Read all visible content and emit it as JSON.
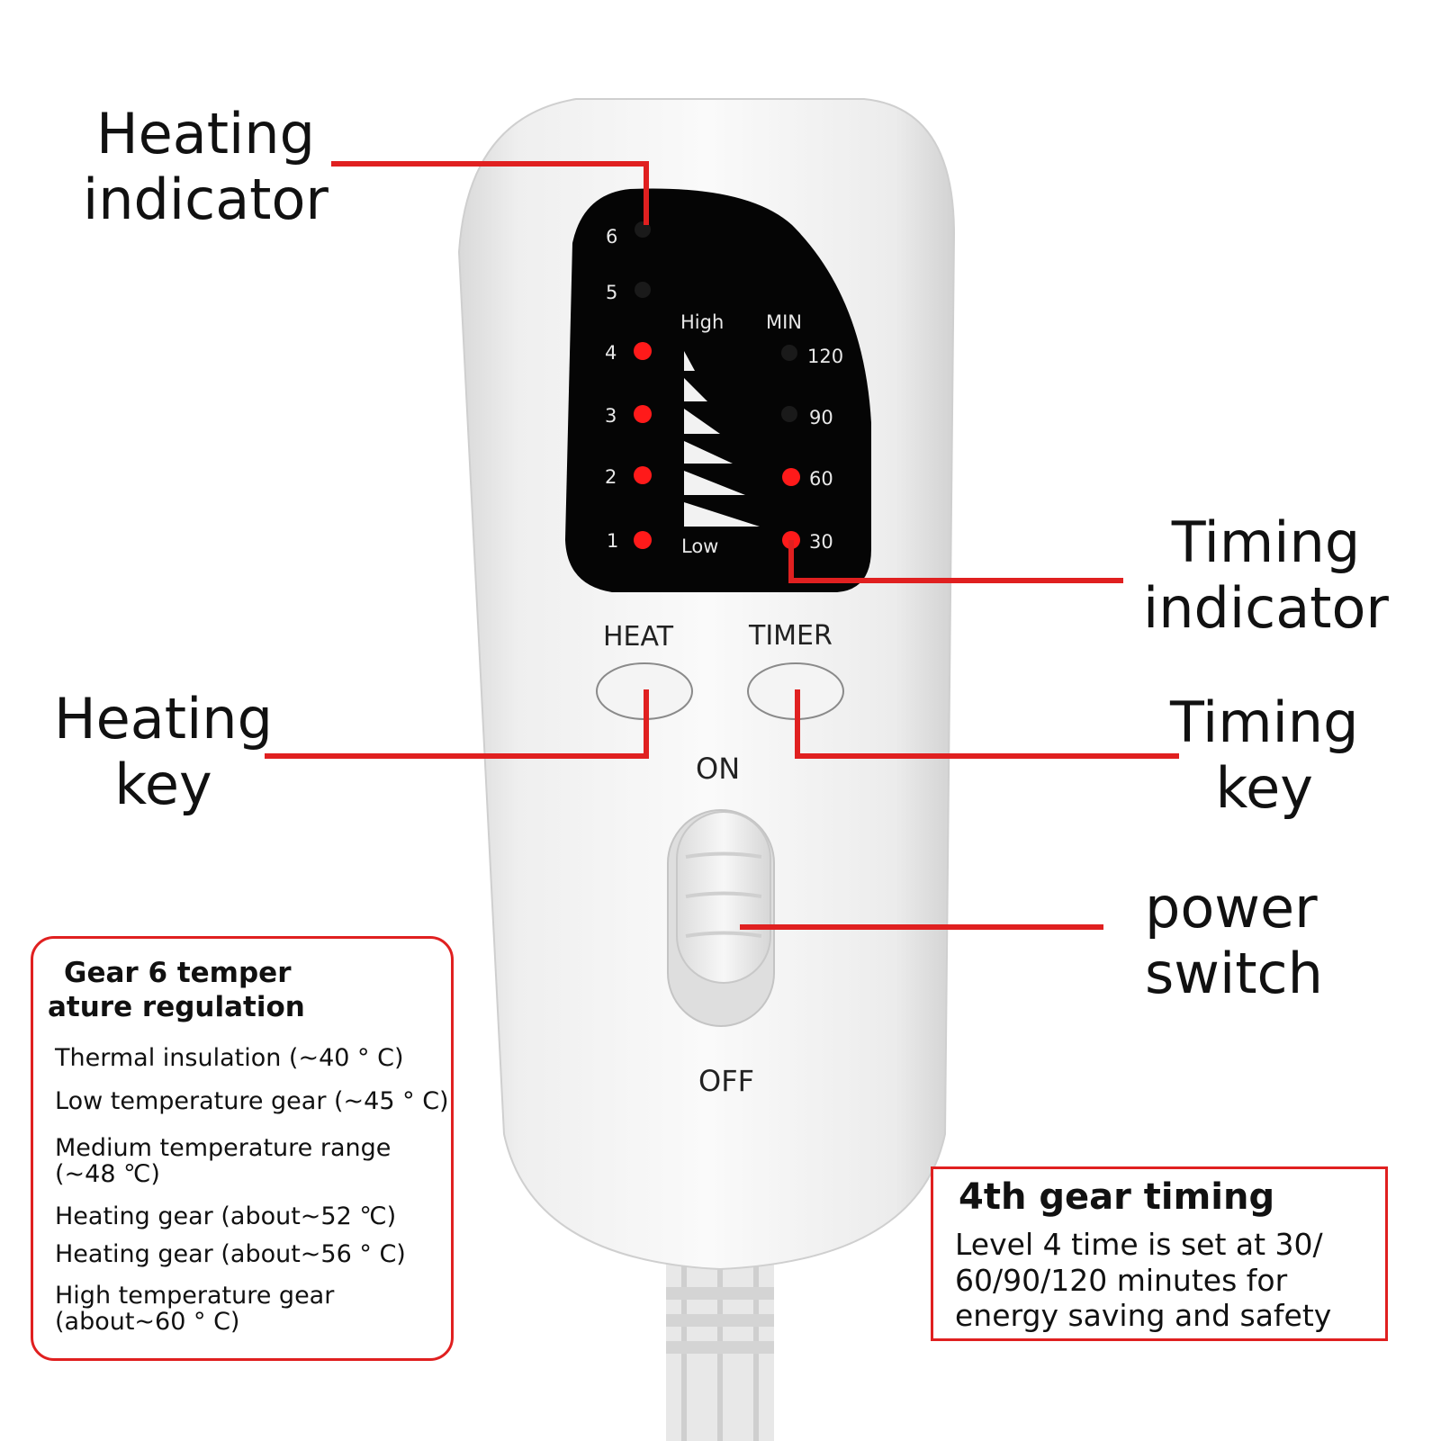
{
  "callouts": {
    "heating_indicator": [
      "Heating",
      "indicator"
    ],
    "heating_key": [
      "Heating",
      "key"
    ],
    "timing_indicator": [
      "Timing",
      "indicator"
    ],
    "timing_key": [
      "Timing",
      "key"
    ],
    "power_switch": [
      "power",
      "switch"
    ]
  },
  "remote": {
    "heat_levels": [
      {
        "num": "6",
        "lit": false
      },
      {
        "num": "5",
        "lit": false
      },
      {
        "num": "4",
        "lit": true
      },
      {
        "num": "3",
        "lit": true
      },
      {
        "num": "2",
        "lit": true
      },
      {
        "num": "1",
        "lit": true
      }
    ],
    "high_label": "High",
    "low_label": "Low",
    "min_label": "MIN",
    "timer_levels": [
      {
        "num": "120",
        "lit": false
      },
      {
        "num": "90",
        "lit": false
      },
      {
        "num": "60",
        "lit": true
      },
      {
        "num": "30",
        "lit": true
      }
    ],
    "heat_button_label": "HEAT",
    "timer_button_label": "TIMER",
    "on_label": "ON",
    "off_label": "OFF"
  },
  "info_box": {
    "title_line1": "Gear 6 temper",
    "title_line2": "ature regulation",
    "gears": [
      [
        "Thermal insulation (~40 ° C)"
      ],
      [
        "Low temperature gear (~45 ° C)"
      ],
      [
        "Medium temperature range",
        "(~48 ℃)"
      ],
      [
        "Heating gear (about~52 ℃)"
      ],
      [
        "Heating gear (about~56 ° C)"
      ],
      [
        "High temperature gear",
        "(about~60 ° C)"
      ]
    ]
  },
  "timing_box": {
    "title": "4th gear timing",
    "lines": [
      "Level 4 time is set at 30/",
      "60/90/120 minutes for",
      "energy saving and safety"
    ]
  },
  "colors": {
    "accent_red": "#e02020",
    "led_on": "#ff1a1a",
    "led_off": "#1a1a1a",
    "panel": "#050505",
    "remote_body": "#f2f2f2"
  }
}
